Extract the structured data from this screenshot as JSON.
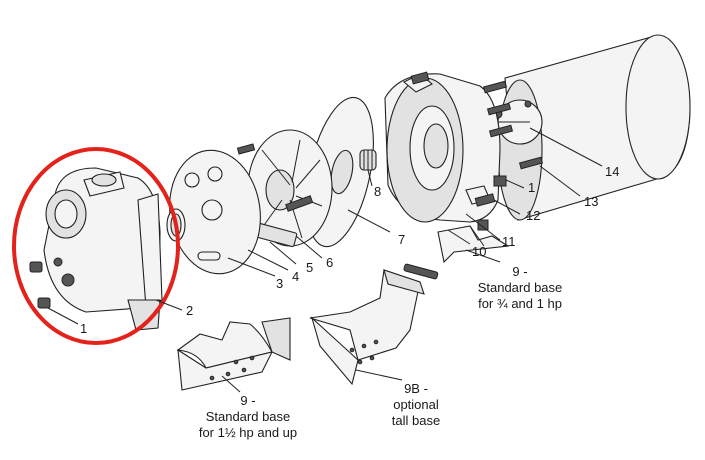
{
  "highlight_color": "#e3231b",
  "callouts": {
    "c1a": "1",
    "c1b": "1",
    "c2": "2",
    "c3": "3",
    "c4": "4",
    "c5": "5",
    "c6": "6",
    "c7": "7",
    "c8": "8",
    "c10": "10",
    "c11": "11",
    "c12": "12",
    "c13": "13",
    "c14": "14"
  },
  "base_small": {
    "line1": "9 -",
    "line2": "Standard base",
    "line3": "for ¾ and 1 hp"
  },
  "base_std": {
    "line1": "9 -",
    "line2": "Standard base",
    "line3": "for 1½ hp and up"
  },
  "base_tall": {
    "line1": "9B -",
    "line2": "optional",
    "line3": "tall base"
  }
}
